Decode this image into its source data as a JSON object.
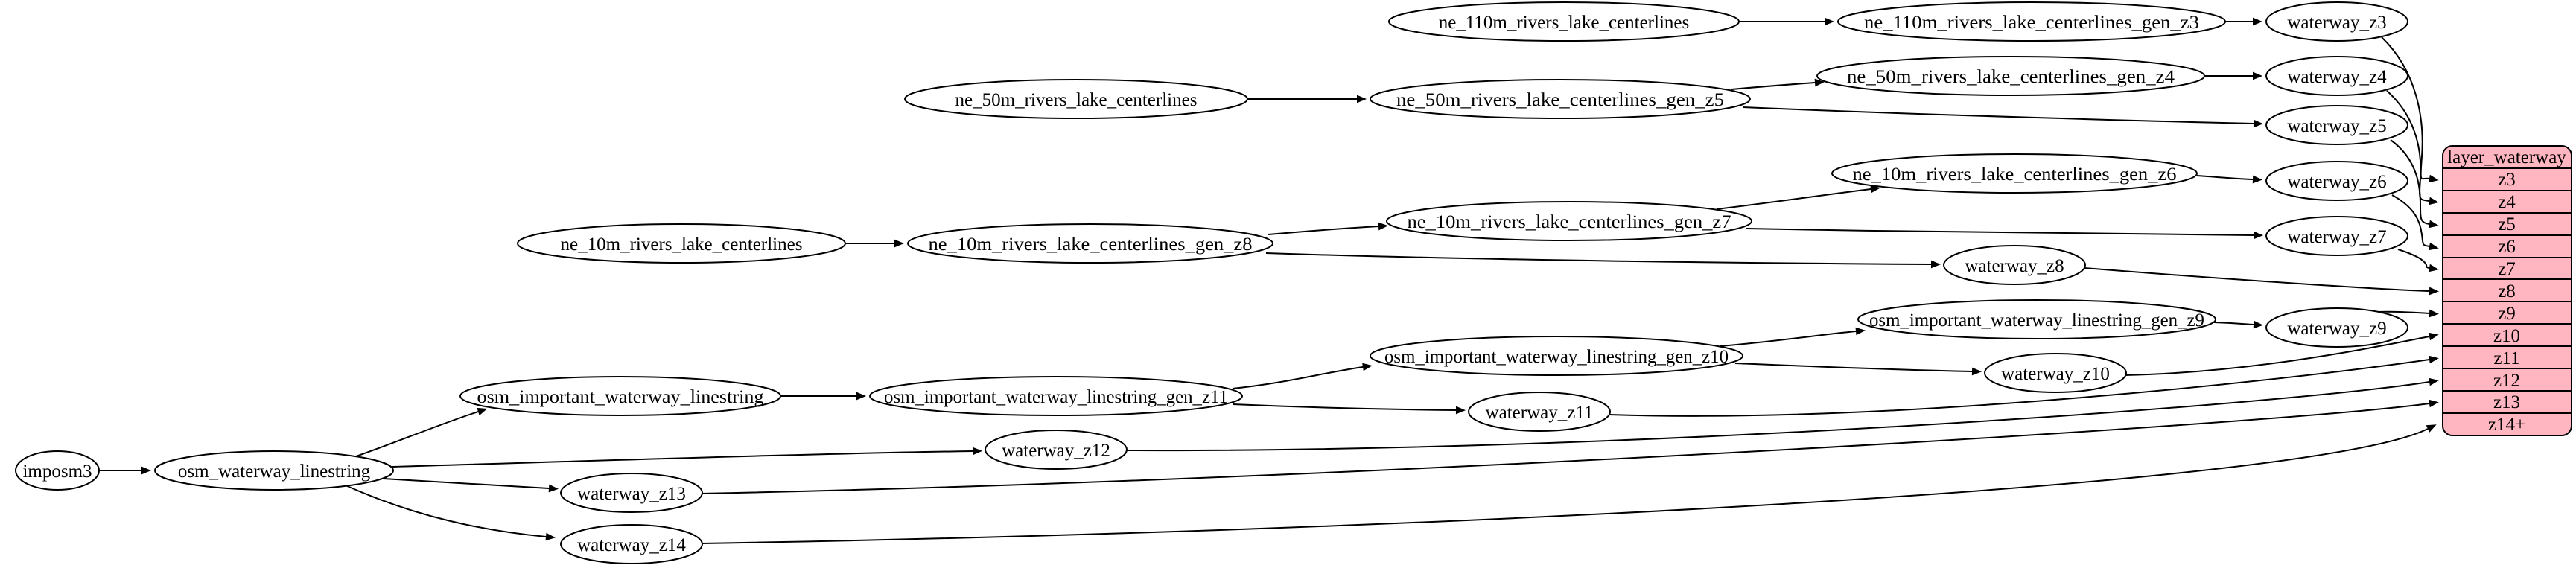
{
  "colors": {
    "background": "#ffffff",
    "node_fill": "#ffffff",
    "node_stroke": "#000000",
    "edge_color": "#000000",
    "layer_fill": "#ffb6c1"
  },
  "nodes": {
    "imposm3": "imposm3",
    "osm_waterway_linestring": "osm_waterway_linestring",
    "osm_important_waterway_linestring": "osm_important_waterway_linestring",
    "osm_important_waterway_linestring_gen_z11": "osm_important_waterway_linestring_gen_z11",
    "osm_important_waterway_linestring_gen_z10": "osm_important_waterway_linestring_gen_z10",
    "osm_important_waterway_linestring_gen_z9": "osm_important_waterway_linestring_gen_z9",
    "ne_110m_rivers_lake_centerlines": "ne_110m_rivers_lake_centerlines",
    "ne_110m_rivers_lake_centerlines_gen_z3": "ne_110m_rivers_lake_centerlines_gen_z3",
    "ne_50m_rivers_lake_centerlines": "ne_50m_rivers_lake_centerlines",
    "ne_50m_rivers_lake_centerlines_gen_z5": "ne_50m_rivers_lake_centerlines_gen_z5",
    "ne_50m_rivers_lake_centerlines_gen_z4": "ne_50m_rivers_lake_centerlines_gen_z4",
    "ne_10m_rivers_lake_centerlines": "ne_10m_rivers_lake_centerlines",
    "ne_10m_rivers_lake_centerlines_gen_z8": "ne_10m_rivers_lake_centerlines_gen_z8",
    "ne_10m_rivers_lake_centerlines_gen_z7": "ne_10m_rivers_lake_centerlines_gen_z7",
    "ne_10m_rivers_lake_centerlines_gen_z6": "ne_10m_rivers_lake_centerlines_gen_z6",
    "waterway_z3": "waterway_z3",
    "waterway_z4": "waterway_z4",
    "waterway_z5": "waterway_z5",
    "waterway_z6": "waterway_z6",
    "waterway_z7": "waterway_z7",
    "waterway_z8": "waterway_z8",
    "waterway_z9": "waterway_z9",
    "waterway_z10": "waterway_z10",
    "waterway_z11": "waterway_z11",
    "waterway_z12": "waterway_z12",
    "waterway_z13": "waterway_z13",
    "waterway_z14": "waterway_z14"
  },
  "layer": {
    "title": "layer_waterway",
    "rows": [
      "z3",
      "z4",
      "z5",
      "z6",
      "z7",
      "z8",
      "z9",
      "z10",
      "z11",
      "z12",
      "z13",
      "z14+"
    ]
  },
  "edges": [
    {
      "from": "imposm3",
      "to": "osm_waterway_linestring"
    },
    {
      "from": "osm_waterway_linestring",
      "to": "osm_important_waterway_linestring"
    },
    {
      "from": "osm_waterway_linestring",
      "to": "waterway_z12"
    },
    {
      "from": "osm_waterway_linestring",
      "to": "waterway_z13"
    },
    {
      "from": "osm_waterway_linestring",
      "to": "waterway_z14"
    },
    {
      "from": "osm_important_waterway_linestring",
      "to": "osm_important_waterway_linestring_gen_z11"
    },
    {
      "from": "osm_important_waterway_linestring_gen_z11",
      "to": "osm_important_waterway_linestring_gen_z10"
    },
    {
      "from": "osm_important_waterway_linestring_gen_z11",
      "to": "waterway_z11"
    },
    {
      "from": "osm_important_waterway_linestring_gen_z10",
      "to": "osm_important_waterway_linestring_gen_z9"
    },
    {
      "from": "osm_important_waterway_linestring_gen_z10",
      "to": "waterway_z10"
    },
    {
      "from": "osm_important_waterway_linestring_gen_z9",
      "to": "waterway_z9"
    },
    {
      "from": "ne_110m_rivers_lake_centerlines",
      "to": "ne_110m_rivers_lake_centerlines_gen_z3"
    },
    {
      "from": "ne_110m_rivers_lake_centerlines_gen_z3",
      "to": "waterway_z3"
    },
    {
      "from": "ne_50m_rivers_lake_centerlines",
      "to": "ne_50m_rivers_lake_centerlines_gen_z5"
    },
    {
      "from": "ne_50m_rivers_lake_centerlines_gen_z5",
      "to": "ne_50m_rivers_lake_centerlines_gen_z4"
    },
    {
      "from": "ne_50m_rivers_lake_centerlines_gen_z5",
      "to": "waterway_z5"
    },
    {
      "from": "ne_50m_rivers_lake_centerlines_gen_z4",
      "to": "waterway_z4"
    },
    {
      "from": "ne_10m_rivers_lake_centerlines",
      "to": "ne_10m_rivers_lake_centerlines_gen_z8"
    },
    {
      "from": "ne_10m_rivers_lake_centerlines_gen_z8",
      "to": "ne_10m_rivers_lake_centerlines_gen_z7"
    },
    {
      "from": "ne_10m_rivers_lake_centerlines_gen_z8",
      "to": "waterway_z8"
    },
    {
      "from": "ne_10m_rivers_lake_centerlines_gen_z7",
      "to": "ne_10m_rivers_lake_centerlines_gen_z6"
    },
    {
      "from": "ne_10m_rivers_lake_centerlines_gen_z7",
      "to": "waterway_z7"
    },
    {
      "from": "ne_10m_rivers_lake_centerlines_gen_z6",
      "to": "waterway_z6"
    },
    {
      "from": "waterway_z3",
      "to": "layer_waterway.z3"
    },
    {
      "from": "waterway_z4",
      "to": "layer_waterway.z4"
    },
    {
      "from": "waterway_z5",
      "to": "layer_waterway.z5"
    },
    {
      "from": "waterway_z6",
      "to": "layer_waterway.z6"
    },
    {
      "from": "waterway_z7",
      "to": "layer_waterway.z7"
    },
    {
      "from": "waterway_z8",
      "to": "layer_waterway.z8"
    },
    {
      "from": "waterway_z9",
      "to": "layer_waterway.z9"
    },
    {
      "from": "waterway_z10",
      "to": "layer_waterway.z10"
    },
    {
      "from": "waterway_z11",
      "to": "layer_waterway.z11"
    },
    {
      "from": "waterway_z12",
      "to": "layer_waterway.z12"
    },
    {
      "from": "waterway_z13",
      "to": "layer_waterway.z13"
    },
    {
      "from": "waterway_z14",
      "to": "layer_waterway.z14+"
    }
  ]
}
